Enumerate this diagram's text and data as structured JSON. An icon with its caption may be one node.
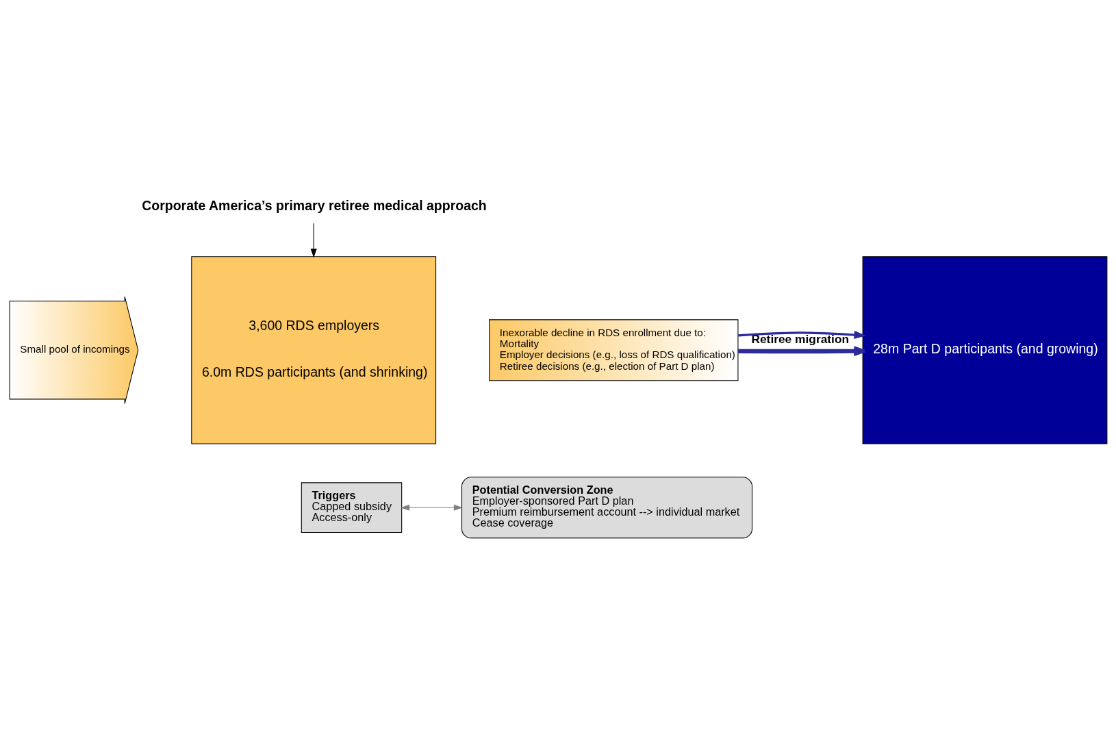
{
  "diagram": {
    "nodes": [
      {
        "text": [
          "Corporate America’s primary retiree medical approach"
        ]
      },
      {
        "text": [
          "Small pool of incomings"
        ]
      },
      {
        "text": [
          "3,600 RDS employers",
          "6.0m RDS participants (and shrinking)"
        ]
      },
      {
        "text": [
          "Inexorable decline in RDS enrollment due to:",
          "Mortality",
          "Employer decisions (e.g., loss of RDS qualification)",
          "Retiree decisions (e.g., election of Part D plan)"
        ]
      },
      {
        "text": [
          "28m Part D participants (and growing)"
        ]
      },
      {
        "text": [
          "Triggers",
          "Capped subsidy",
          "Access-only"
        ]
      },
      {
        "text": [
          "Potential Conversion Zone",
          "Employer-sponsored Part D plan",
          "Premium reimbursement account --> individual market",
          "Cease coverage"
        ]
      }
    ],
    "edges": [
      {
        "from": 0,
        "to": 2,
        "arrow": "to",
        "color": "#000000"
      },
      {
        "from": 3,
        "to": 4,
        "arrow": "to",
        "label": "Retiree migration"
      },
      {
        "from": 3,
        "to": 4,
        "arrow": "to"
      },
      {
        "from": 3,
        "to": 4,
        "arrow": "to"
      },
      {
        "from": 5,
        "to": 6,
        "arrow": "both",
        "color": "#808080"
      }
    ]
  }
}
